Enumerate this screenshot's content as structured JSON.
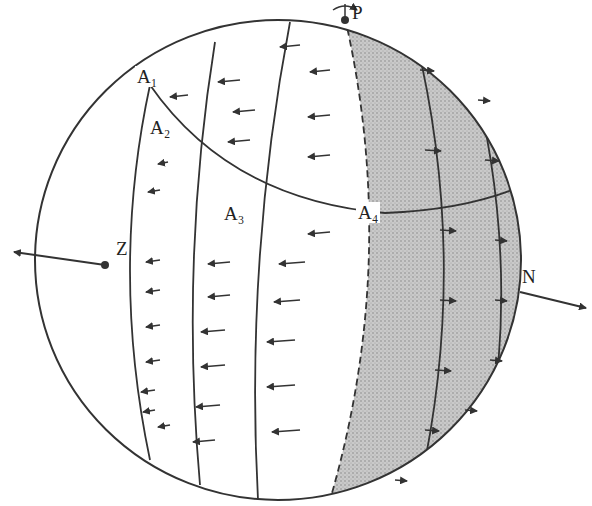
{
  "diagram": {
    "labels": [
      "P",
      "A₁",
      "A₂",
      "A₃",
      "A₄",
      "Z",
      "N"
    ]
  }
}
